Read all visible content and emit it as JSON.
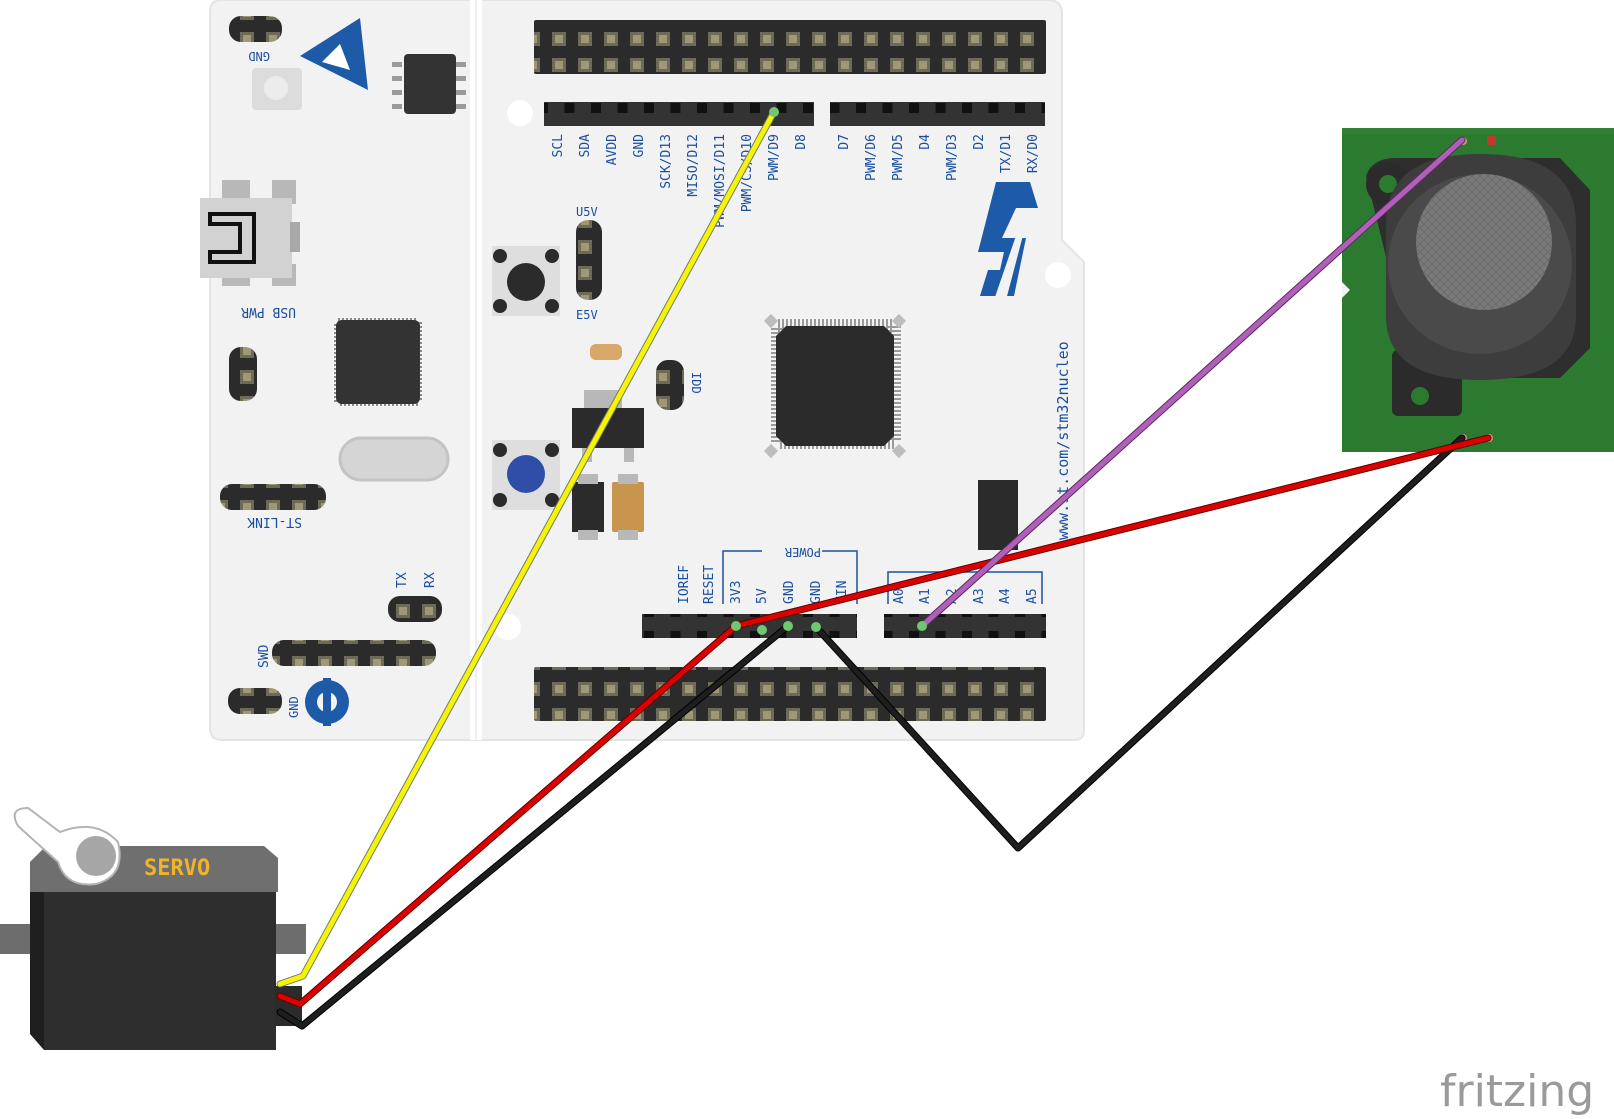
{
  "board": {
    "url_text": "www.st.com/stm32nucleo",
    "gnd_top": "GND",
    "usb_pwr": "USB PWR",
    "st_link": "ST-LINK",
    "tx": "TX",
    "rx": "RX",
    "swd": "SWD",
    "gnd_bottom": "GND",
    "u5v": "U5V",
    "e5v": "E5V",
    "idd": "IDD",
    "power": "POWER",
    "top_left_pins": [
      "SCL",
      "SDA",
      "AVDD",
      "GND",
      "SCK/D13",
      "MISO/D12",
      "PWM/MOSI/D11",
      "PWM/CS/D10",
      "PWM/D9",
      "D8"
    ],
    "top_right_pins": [
      "D7",
      "PWM/D6",
      "PWM/D5",
      "D4",
      "PWM/D3",
      "D2",
      "TX/D1",
      "RX/D0"
    ],
    "power_pins": [
      "IOREF",
      "RESET",
      "3V3",
      "5V",
      "GND",
      "GND",
      "VIN"
    ],
    "analog_pins": [
      "A0",
      "A1",
      "A2",
      "A3",
      "A4",
      "A5"
    ]
  },
  "servo": {
    "label": "SERVO"
  },
  "watermark": "fritzing",
  "wire_colors": {
    "signal": "#f5f500",
    "power": "#cc0000",
    "ground": "#111111",
    "joystick": "#a050a8"
  }
}
